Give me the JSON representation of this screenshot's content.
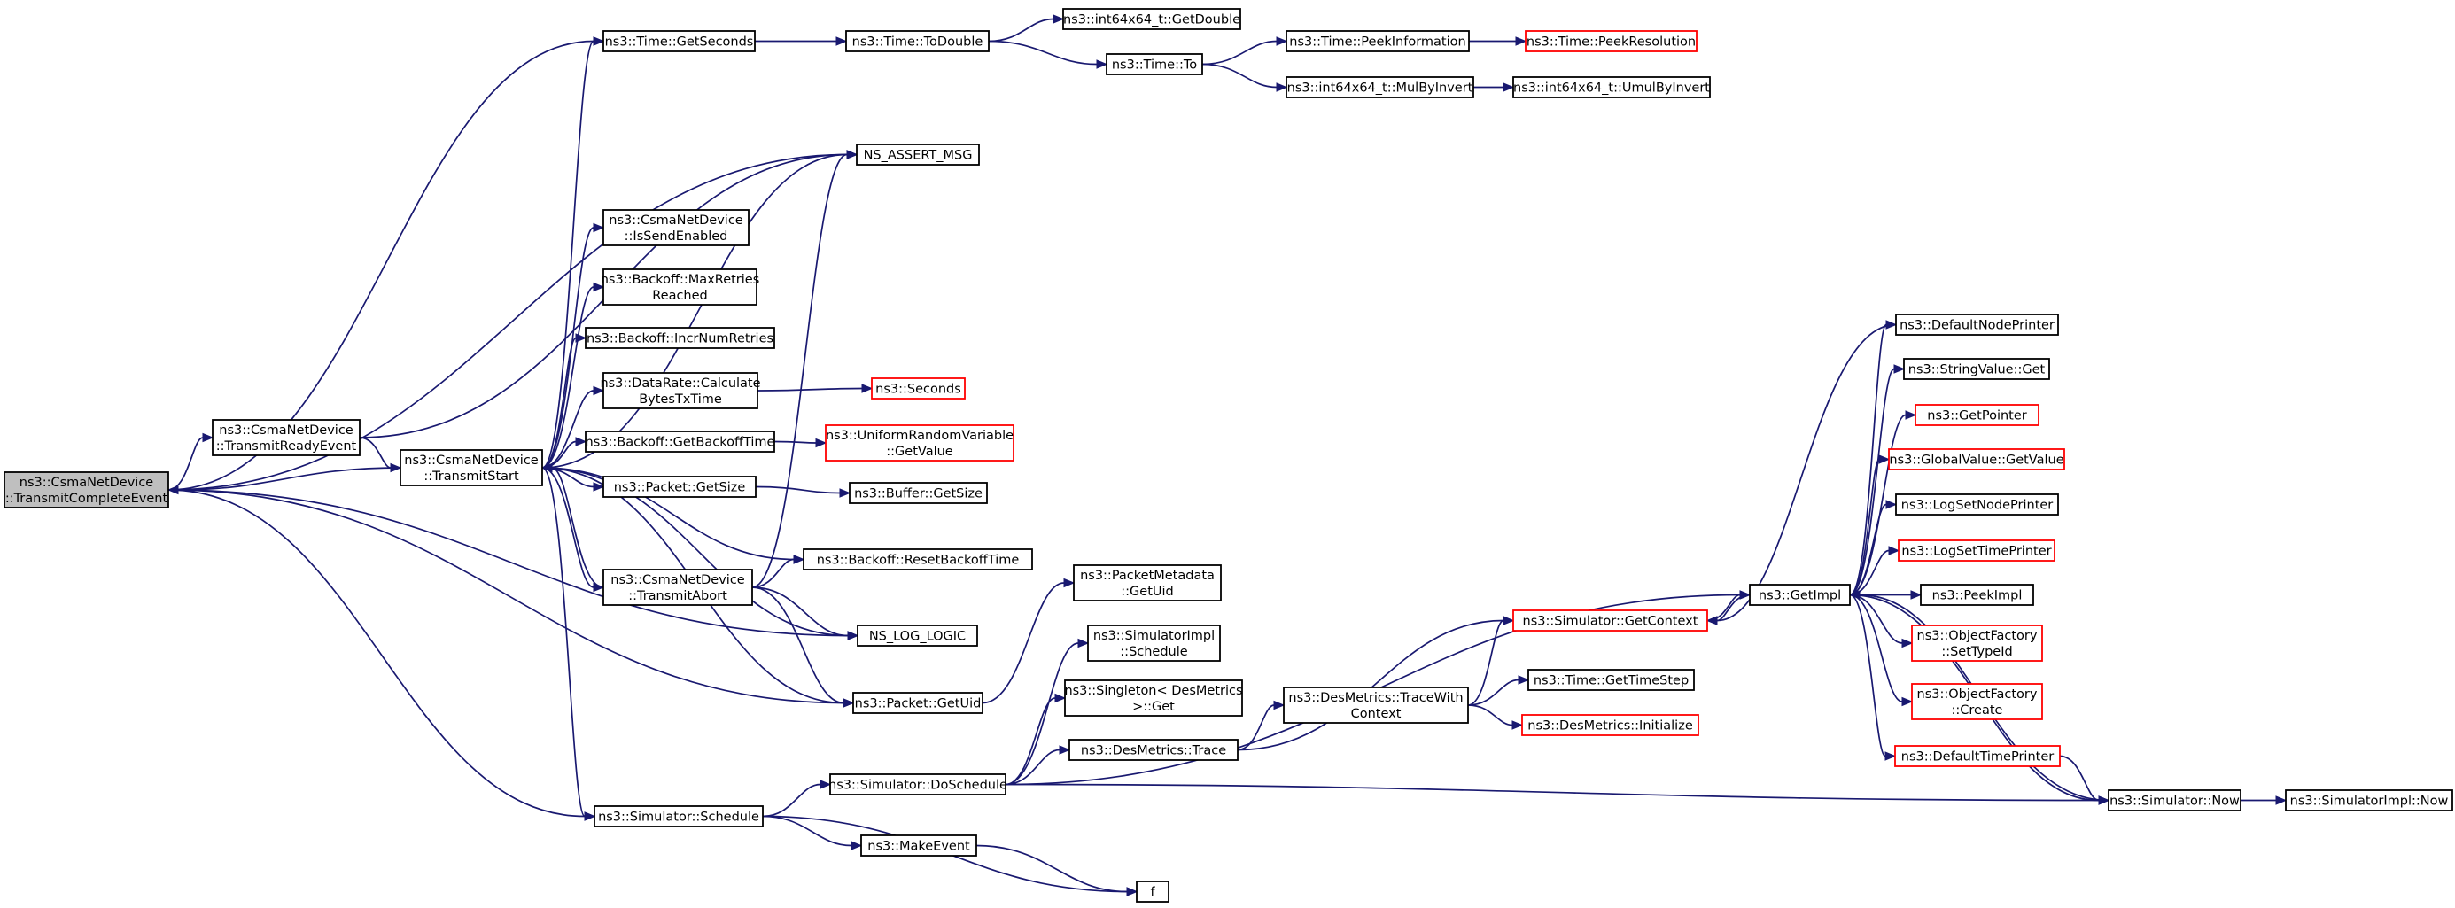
{
  "colors": {
    "edge": "#191970",
    "node_border": "#000000",
    "node_border_incomplete": "#ff0000",
    "focus_fill": "#bfbfbf",
    "node_fill": "#ffffff"
  },
  "nodes": [
    {
      "id": "n0",
      "lines": [
        "ns3::CsmaNetDevice",
        "::TransmitCompleteEvent"
      ],
      "focus": true
    },
    {
      "id": "n1",
      "lines": [
        "ns3::CsmaNetDevice",
        "::TransmitReadyEvent"
      ]
    },
    {
      "id": "n2",
      "lines": [
        "ns3::CsmaNetDevice",
        "::TransmitStart"
      ]
    },
    {
      "id": "n3",
      "lines": [
        "ns3::Time::GetSeconds"
      ]
    },
    {
      "id": "n4",
      "lines": [
        "ns3::Time::ToDouble"
      ]
    },
    {
      "id": "n5",
      "lines": [
        "ns3::int64x64_t::GetDouble"
      ]
    },
    {
      "id": "n6",
      "lines": [
        "ns3::Time::To"
      ]
    },
    {
      "id": "n7",
      "lines": [
        "ns3::Time::PeekInformation"
      ]
    },
    {
      "id": "n8",
      "lines": [
        "ns3::Time::PeekResolution"
      ],
      "incomplete": true
    },
    {
      "id": "n9",
      "lines": [
        "ns3::int64x64_t::MulByInvert"
      ]
    },
    {
      "id": "n10",
      "lines": [
        "ns3::int64x64_t::UmulByInvert"
      ]
    },
    {
      "id": "n11",
      "lines": [
        "NS_ASSERT_MSG"
      ]
    },
    {
      "id": "n12",
      "lines": [
        "ns3::CsmaNetDevice",
        "::IsSendEnabled"
      ]
    },
    {
      "id": "n13",
      "lines": [
        "ns3::Backoff::MaxRetries",
        "Reached"
      ]
    },
    {
      "id": "n14",
      "lines": [
        "ns3::Backoff::IncrNumRetries"
      ]
    },
    {
      "id": "n15",
      "lines": [
        "ns3::DataRate::Calculate",
        "BytesTxTime"
      ]
    },
    {
      "id": "n16",
      "lines": [
        "ns3::Seconds"
      ],
      "incomplete": true
    },
    {
      "id": "n17",
      "lines": [
        "ns3::Backoff::GetBackoffTime"
      ]
    },
    {
      "id": "n18",
      "lines": [
        "ns3::UniformRandomVariable",
        "::GetValue"
      ],
      "incomplete": true
    },
    {
      "id": "n19",
      "lines": [
        "ns3::Packet::GetSize"
      ]
    },
    {
      "id": "n20",
      "lines": [
        "ns3::Buffer::GetSize"
      ]
    },
    {
      "id": "n21",
      "lines": [
        "ns3::CsmaNetDevice",
        "::TransmitAbort"
      ]
    },
    {
      "id": "n22",
      "lines": [
        "ns3::Backoff::ResetBackoffTime"
      ]
    },
    {
      "id": "n23",
      "lines": [
        "NS_LOG_LOGIC"
      ]
    },
    {
      "id": "n24",
      "lines": [
        "ns3::Packet::GetUid"
      ]
    },
    {
      "id": "n25",
      "lines": [
        "ns3::PacketMetadata",
        "::GetUid"
      ]
    },
    {
      "id": "n26",
      "lines": [
        "ns3::Simulator::Schedule"
      ]
    },
    {
      "id": "n27",
      "lines": [
        "ns3::Simulator::DoSchedule"
      ]
    },
    {
      "id": "n28",
      "lines": [
        "ns3::SimulatorImpl",
        "::Schedule"
      ]
    },
    {
      "id": "n29",
      "lines": [
        "ns3::Singleton< DesMetrics",
        ">::Get"
      ]
    },
    {
      "id": "n30",
      "lines": [
        "ns3::DesMetrics::Trace"
      ]
    },
    {
      "id": "n31",
      "lines": [
        "ns3::DesMetrics::TraceWith",
        "Context"
      ]
    },
    {
      "id": "n32",
      "lines": [
        "ns3::Simulator::GetContext"
      ],
      "incomplete": true
    },
    {
      "id": "n33",
      "lines": [
        "ns3::Time::GetTimeStep"
      ]
    },
    {
      "id": "n34",
      "lines": [
        "ns3::DesMetrics::Initialize"
      ],
      "incomplete": true
    },
    {
      "id": "n35",
      "lines": [
        "ns3::GetImpl"
      ]
    },
    {
      "id": "n36",
      "lines": [
        "ns3::DefaultNodePrinter"
      ]
    },
    {
      "id": "n37",
      "lines": [
        "ns3::StringValue::Get"
      ]
    },
    {
      "id": "n38",
      "lines": [
        "ns3::GetPointer"
      ],
      "incomplete": true
    },
    {
      "id": "n39",
      "lines": [
        "ns3::GlobalValue::GetValue"
      ],
      "incomplete": true
    },
    {
      "id": "n40",
      "lines": [
        "ns3::LogSetNodePrinter"
      ]
    },
    {
      "id": "n41",
      "lines": [
        "ns3::LogSetTimePrinter"
      ],
      "incomplete": true
    },
    {
      "id": "n42",
      "lines": [
        "ns3::PeekImpl"
      ]
    },
    {
      "id": "n43",
      "lines": [
        "ns3::ObjectFactory",
        "::SetTypeId"
      ],
      "incomplete": true
    },
    {
      "id": "n44",
      "lines": [
        "ns3::ObjectFactory",
        "::Create"
      ],
      "incomplete": true
    },
    {
      "id": "n45",
      "lines": [
        "ns3::DefaultTimePrinter"
      ],
      "incomplete": true
    },
    {
      "id": "n46",
      "lines": [
        "ns3::Simulator::Now"
      ]
    },
    {
      "id": "n47",
      "lines": [
        "ns3::SimulatorImpl::Now"
      ]
    },
    {
      "id": "n48",
      "lines": [
        "ns3::MakeEvent"
      ]
    },
    {
      "id": "n49",
      "lines": [
        "f"
      ]
    }
  ],
  "edges": [
    [
      "n0",
      "n1"
    ],
    [
      "n0",
      "n3"
    ],
    [
      "n0",
      "n11"
    ],
    [
      "n0",
      "n23"
    ],
    [
      "n0",
      "n24"
    ],
    [
      "n0",
      "n26"
    ],
    [
      "n1",
      "n11"
    ],
    [
      "n1",
      "n2"
    ],
    [
      "n2",
      "n0"
    ],
    [
      "n2",
      "n3"
    ],
    [
      "n2",
      "n11"
    ],
    [
      "n2",
      "n12"
    ],
    [
      "n2",
      "n13"
    ],
    [
      "n2",
      "n14"
    ],
    [
      "n2",
      "n15"
    ],
    [
      "n2",
      "n17"
    ],
    [
      "n2",
      "n19"
    ],
    [
      "n2",
      "n21"
    ],
    [
      "n2",
      "n22"
    ],
    [
      "n2",
      "n23"
    ],
    [
      "n2",
      "n24"
    ],
    [
      "n2",
      "n26"
    ],
    [
      "n3",
      "n4"
    ],
    [
      "n4",
      "n5"
    ],
    [
      "n4",
      "n6"
    ],
    [
      "n6",
      "n7"
    ],
    [
      "n6",
      "n9"
    ],
    [
      "n7",
      "n8"
    ],
    [
      "n9",
      "n10"
    ],
    [
      "n15",
      "n16"
    ],
    [
      "n17",
      "n18"
    ],
    [
      "n19",
      "n20"
    ],
    [
      "n21",
      "n2"
    ],
    [
      "n21",
      "n11"
    ],
    [
      "n21",
      "n22"
    ],
    [
      "n21",
      "n23"
    ],
    [
      "n21",
      "n24"
    ],
    [
      "n24",
      "n25"
    ],
    [
      "n26",
      "n27"
    ],
    [
      "n26",
      "n48"
    ],
    [
      "n26",
      "n49"
    ],
    [
      "n27",
      "n28"
    ],
    [
      "n27",
      "n29"
    ],
    [
      "n27",
      "n30"
    ],
    [
      "n27",
      "n35"
    ],
    [
      "n27",
      "n46"
    ],
    [
      "n30",
      "n31"
    ],
    [
      "n30",
      "n32"
    ],
    [
      "n31",
      "n32"
    ],
    [
      "n31",
      "n33"
    ],
    [
      "n31",
      "n34"
    ],
    [
      "n32",
      "n35"
    ],
    [
      "n35",
      "n36"
    ],
    [
      "n35",
      "n37"
    ],
    [
      "n35",
      "n38"
    ],
    [
      "n35",
      "n39"
    ],
    [
      "n35",
      "n40"
    ],
    [
      "n35",
      "n41"
    ],
    [
      "n35",
      "n42"
    ],
    [
      "n35",
      "n43"
    ],
    [
      "n35",
      "n44"
    ],
    [
      "n35",
      "n45"
    ],
    [
      "n35",
      "n46"
    ],
    [
      "n35",
      "n32"
    ],
    [
      "n36",
      "n32"
    ],
    [
      "n45",
      "n46"
    ],
    [
      "n46",
      "n35"
    ],
    [
      "n46",
      "n47"
    ],
    [
      "n48",
      "n49"
    ]
  ]
}
